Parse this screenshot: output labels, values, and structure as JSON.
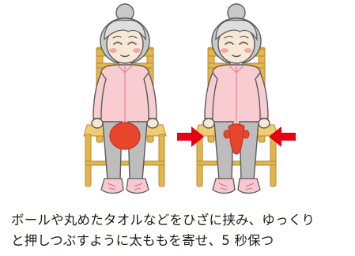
{
  "caption": {
    "line1": "ボールや丸めたタオルなどをひざに挟み、ゆっくり",
    "line2": "と押しつぶすように太ももを寄せ、5 秒保つ"
  },
  "colors": {
    "outline": "#5b5b5b",
    "hair": "#c9c9c9",
    "hair_light": "#dedede",
    "skin": "#f7e7d6",
    "blush": "#f0a9a6",
    "jacket": "#f8cdd1",
    "jacket_line": "#e58a9a",
    "pants": "#bdbdbd",
    "pants_shade": "#a8a8a8",
    "chair": "#e2b54e",
    "chair_dark": "#b98a2c",
    "chair_seat": "#f0cc72",
    "ball": "#e8452d",
    "ball_dark": "#c7301c",
    "arrow": "#e60012",
    "shoe": "#f6c9d2",
    "shoe_line": "#e07b93"
  },
  "figures": [
    {
      "id": "before",
      "ball": "round",
      "arrows": false
    },
    {
      "id": "after",
      "ball": "squeezed",
      "arrows": true
    }
  ],
  "icons": [
    "ball-icon",
    "arrow-right-icon",
    "arrow-left-icon",
    "chair-icon"
  ]
}
